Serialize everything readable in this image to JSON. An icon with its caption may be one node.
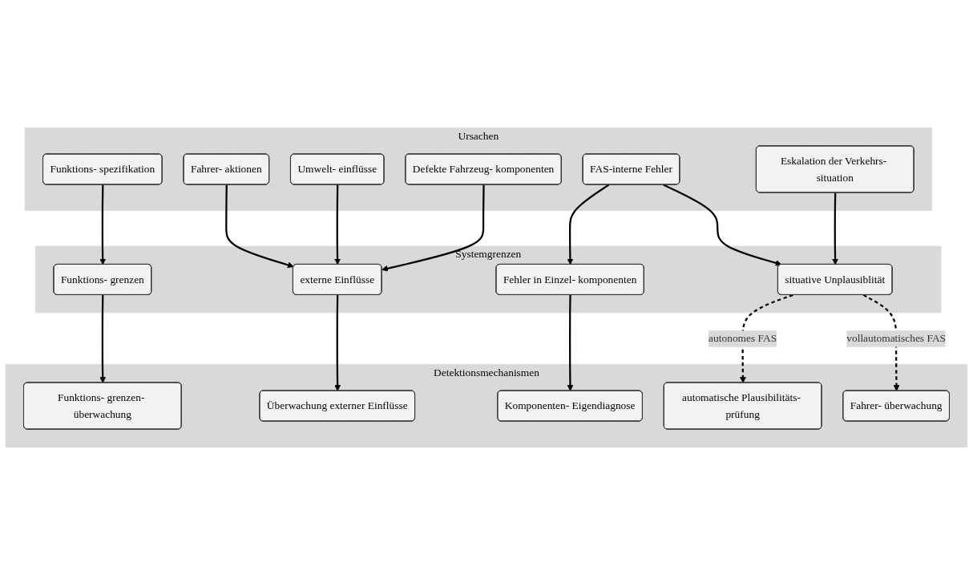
{
  "diagram": {
    "nodes": [
      {
        "text": [
          "Ursachen"
        ]
      },
      {
        "text": [
          "Funktions- spezifikation"
        ],
        "in": 0
      },
      {
        "text": [
          "Fahrer- aktionen"
        ],
        "in": 0
      },
      {
        "text": [
          "Umwelt- einflüsse"
        ],
        "in": 0
      },
      {
        "text": [
          "Defekte Fahrzeug- komponenten"
        ],
        "in": 0
      },
      {
        "text": [
          "FAS-interne Fehler"
        ],
        "in": 0
      },
      {
        "text": [
          "Eskalation der Verkehrs- situation"
        ],
        "in": 0
      },
      {
        "text": [
          "Systemgrenzen"
        ]
      },
      {
        "text": [
          "Funktions- grenzen"
        ],
        "in": 7
      },
      {
        "text": [
          "externe Einflüsse"
        ],
        "in": 7
      },
      {
        "text": [
          "Fehler in Einzel- komponenten"
        ],
        "in": 7
      },
      {
        "text": [
          "situative Unplausiblität"
        ],
        "in": 7
      },
      {
        "text": [
          "Detektionsmechanismen"
        ]
      },
      {
        "text": [
          "Funktions- grenzen- überwachung"
        ],
        "in": 12
      },
      {
        "text": [
          "Überwachung externer Einflüsse"
        ],
        "in": 12
      },
      {
        "text": [
          "Komponenten- Eigendiagnose"
        ],
        "in": 12
      },
      {
        "text": [
          "automatische Plausibilitäts- prüfung"
        ],
        "in": 12
      },
      {
        "text": [
          "Fahrer- überwachung"
        ],
        "in": 12
      }
    ],
    "edges": [
      {
        "from": 1,
        "to": 8,
        "arrow": "to"
      },
      {
        "from": 2,
        "to": 9,
        "arrow": "to"
      },
      {
        "from": 3,
        "to": 9,
        "arrow": "to"
      },
      {
        "from": 4,
        "to": 9,
        "arrow": "to"
      },
      {
        "from": 5,
        "to": 10,
        "arrow": "to"
      },
      {
        "from": 5,
        "to": 11,
        "arrow": "to"
      },
      {
        "from": 6,
        "to": 11,
        "arrow": "to"
      },
      {
        "from": 8,
        "to": 13,
        "arrow": "to"
      },
      {
        "from": 9,
        "to": 14,
        "arrow": "to"
      },
      {
        "from": 10,
        "to": 15,
        "arrow": "to"
      },
      {
        "from": 11,
        "to": 16,
        "arrow": "to",
        "label": "autonomes FAS",
        "style": "dashed"
      },
      {
        "from": 11,
        "to": 17,
        "arrow": "to",
        "label": "vollautomatisches FAS",
        "style": "dashed"
      }
    ]
  }
}
